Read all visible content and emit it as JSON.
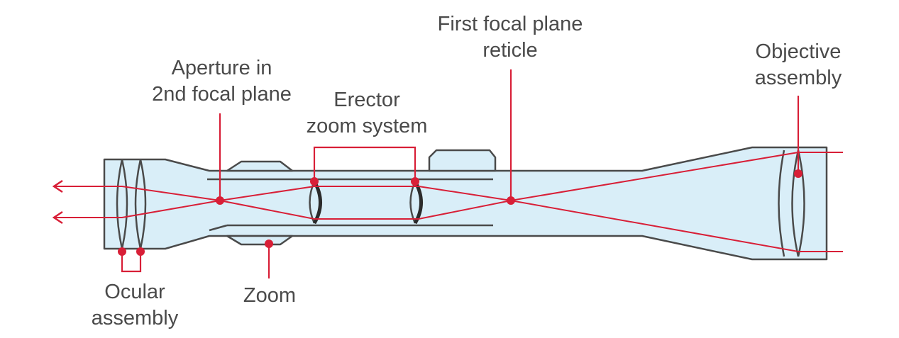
{
  "diagram": {
    "colors": {
      "body_fill": "#d9eef8",
      "outline": "#4a4a4a",
      "ray": "#d81f37",
      "lens_dark": "#2b2b2b"
    },
    "labels": {
      "first_focal_plane": {
        "line1": "First focal plane",
        "line2": "reticle"
      },
      "aperture": {
        "line1": "Aperture in",
        "line2": "2nd focal plane"
      },
      "erector": {
        "line1": "Erector",
        "line2": "zoom system"
      },
      "objective": {
        "line1": "Objective",
        "line2": "assembly"
      },
      "ocular": {
        "line1": "Ocular",
        "line2": "assembly"
      },
      "zoom": {
        "line1": "Zoom"
      }
    }
  }
}
